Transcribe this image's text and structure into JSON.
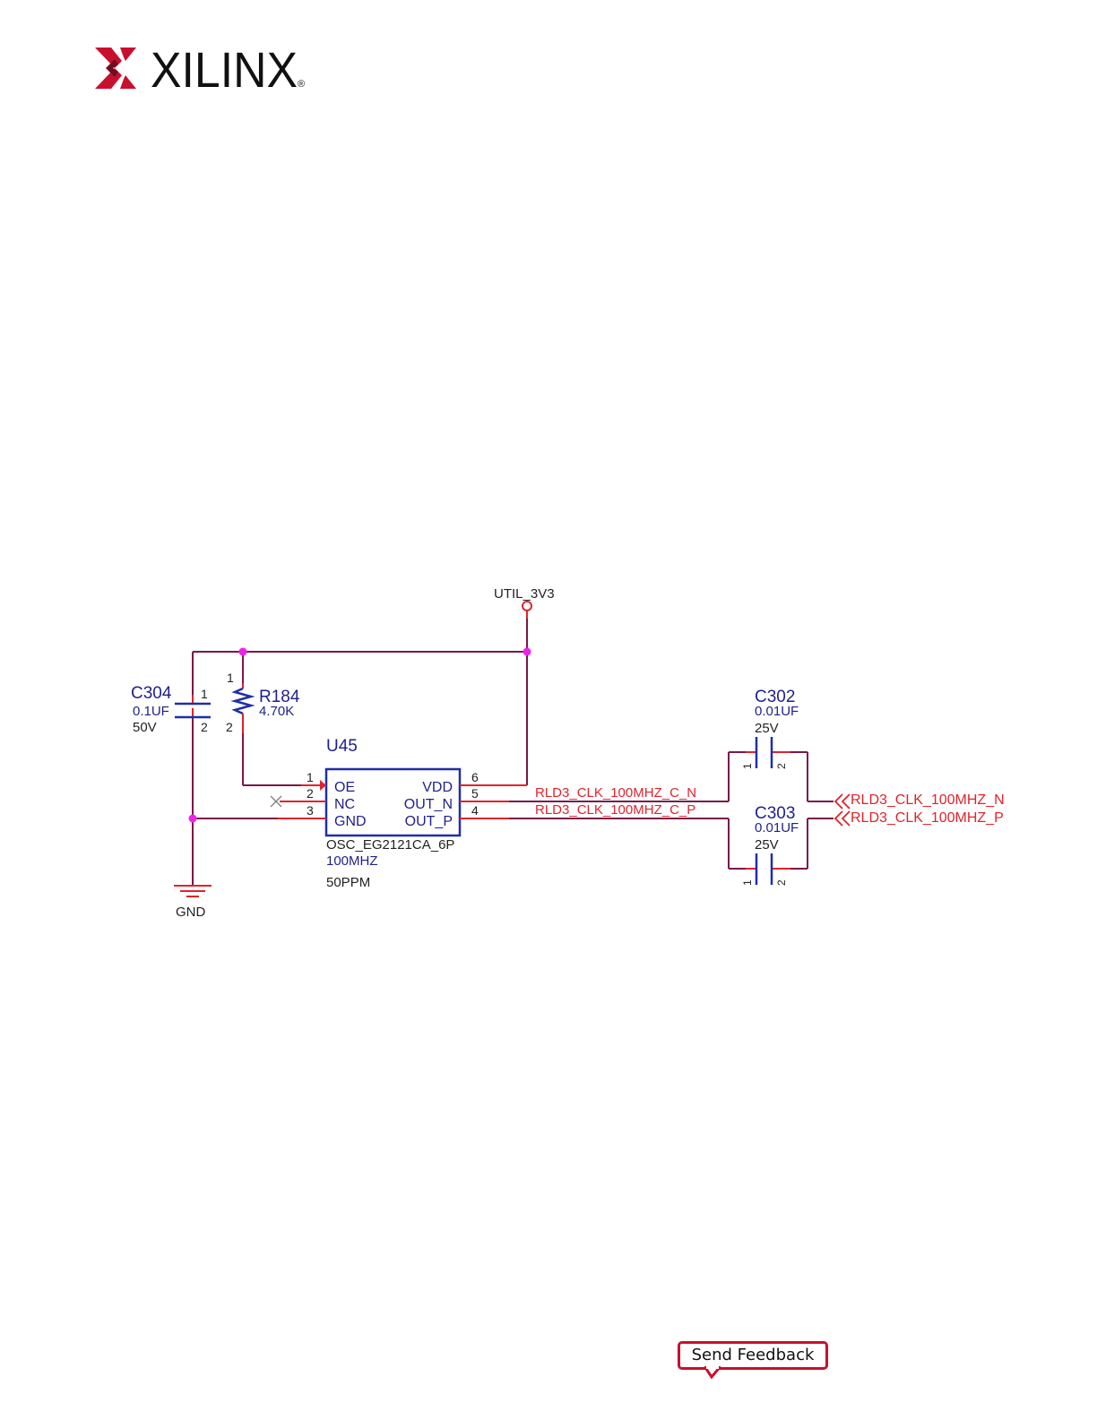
{
  "brand": {
    "name": "XILINX",
    "registered_mark": "®",
    "colors": {
      "logo_red": "#c8102e",
      "logo_dark": "#6d0f1f",
      "text_black": "#111111"
    }
  },
  "schematic": {
    "power_net": "UTIL_3V3",
    "ground_net": "GND",
    "C304": {
      "ref": "C304",
      "value": "0.1UF",
      "voltage": "50V",
      "pin1": "1",
      "pin2": "2"
    },
    "R184": {
      "ref": "R184",
      "value": "4.70K",
      "pin1": "1",
      "pin2": "2"
    },
    "U45": {
      "ref": "U45",
      "part": "OSC_EG2121CA_6P",
      "freq": "100MHZ",
      "ppm": "50PPM",
      "pins_left": [
        {
          "num": "1",
          "name": "OE"
        },
        {
          "num": "2",
          "name": "NC"
        },
        {
          "num": "3",
          "name": "GND"
        }
      ],
      "pins_right": [
        {
          "num": "6",
          "name": "VDD"
        },
        {
          "num": "5",
          "name": "OUT_N"
        },
        {
          "num": "4",
          "name": "OUT_P"
        }
      ]
    },
    "C302": {
      "ref": "C302",
      "value": "0.01UF",
      "voltage": "25V",
      "pin1": "1",
      "pin2": "2"
    },
    "C303": {
      "ref": "C303",
      "value": "0.01UF",
      "voltage": "25V",
      "pin1": "1",
      "pin2": "2"
    },
    "nets": {
      "clk_c_n": "RLD3_CLK_100MHZ_C_N",
      "clk_c_p": "RLD3_CLK_100MHZ_C_P",
      "clk_n": "RLD3_CLK_100MHZ_N",
      "clk_p": "RLD3_CLK_100MHZ_P"
    },
    "colors": {
      "wire": "#7a1848",
      "pin": "#e0232b",
      "part": "#1f2fa8",
      "junction": "#ee22ee"
    }
  },
  "footer": {
    "send_feedback_label": "Send Feedback"
  }
}
